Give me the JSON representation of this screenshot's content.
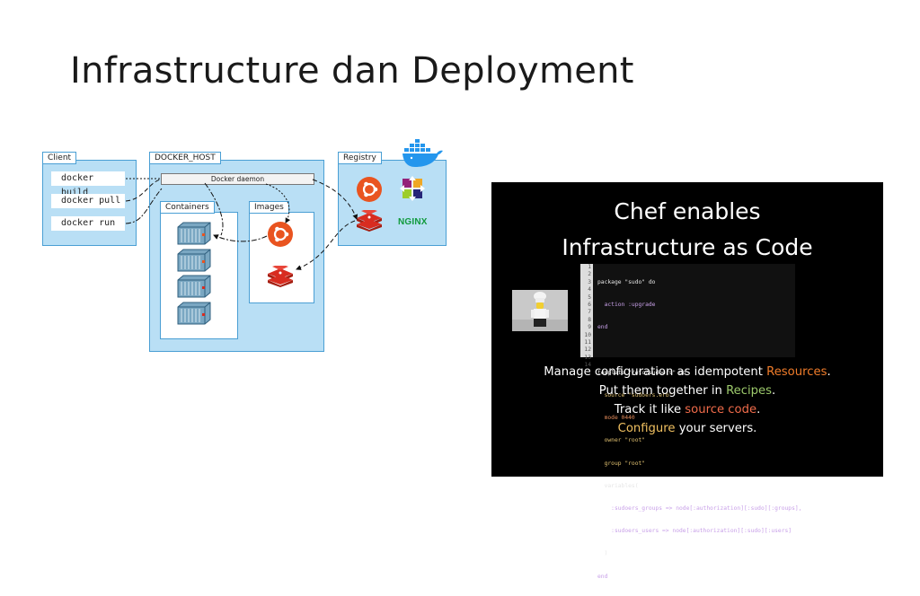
{
  "slide": {
    "title": "Infrastructure dan Deployment"
  },
  "docker": {
    "client_label": "Client",
    "host_label": "DOCKER_HOST",
    "registry_label": "Registry",
    "daemon_label": "Docker daemon",
    "containers_label": "Containers",
    "images_label": "Images",
    "nginx_label": "NGINX",
    "commands": [
      "docker build",
      "docker pull",
      "docker run"
    ],
    "colors": {
      "panel": "#b9dff5",
      "border": "#4a9fd4",
      "ubuntu": "#e95420",
      "redis": "#d82c20",
      "container": "#7aa7c2"
    },
    "icons": [
      "docker-whale-icon",
      "ubuntu-icon",
      "centos-icon",
      "redis-icon",
      "nginx-icon",
      "container-icon"
    ]
  },
  "chef": {
    "title_line1": "Chef enables",
    "title_line2": "Infrastructure as Code",
    "line_numbers": [
      "1",
      "2",
      "3",
      "4",
      "5",
      "6",
      "7",
      "8",
      "9",
      "10",
      "11",
      "12",
      "13",
      "14"
    ],
    "code_lines": [
      "package \"sudo\" do",
      "  action :upgrade",
      "end",
      "",
      "template \"/etc/sudoers\" do",
      "  source \"sudoers.erb\"",
      "  mode 0440",
      "  owner \"root\"",
      "  group \"root\"",
      "  variables(",
      "    :sudoers_groups => node[:authorization][:sudo][:groups],",
      "    :sudoers_users => node[:authorization][:sudo][:users]",
      "  )",
      "end"
    ],
    "bullet1_pre": "Manage configuration as idempotent ",
    "bullet1_hl": "Resources",
    "bullet1_post": ".",
    "bullet2_pre": "Put them together in ",
    "bullet2_hl": "Recipes",
    "bullet2_post": ".",
    "bullet3_pre": "Track it like ",
    "bullet3_hl": "source code",
    "bullet3_post": ".",
    "bullet4_hl": "Configure",
    "bullet4_post": " your servers.",
    "colors": {
      "background": "#000000",
      "resources": "#f07c2a",
      "recipes": "#9cc96b",
      "source_code": "#f06b4a",
      "configure": "#f0c060"
    }
  }
}
